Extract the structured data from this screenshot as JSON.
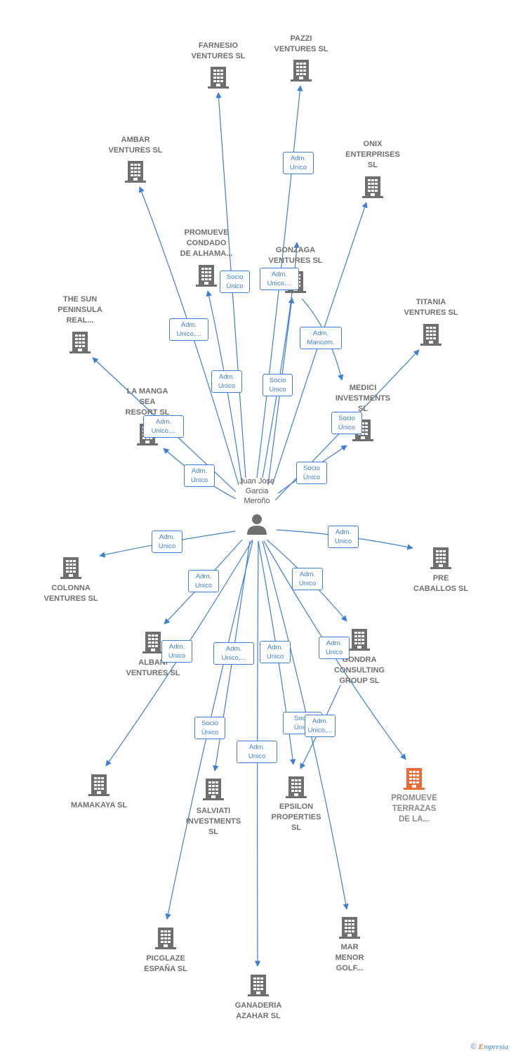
{
  "colors": {
    "edge": "#3d7fd6",
    "building": "#6f6f6f",
    "highlight": "#f06a35",
    "person": "#6f6f6f"
  },
  "person": {
    "label": [
      "Juan Jose",
      "Garcia",
      "Meroño"
    ],
    "icon": "person-icon"
  },
  "companies": [
    {
      "id": "farnesio",
      "label": [
        "FARNESIO",
        "VENTURES SL"
      ],
      "highlight": false
    },
    {
      "id": "pazzi",
      "label": [
        "PAZZI",
        "VENTURES SL"
      ],
      "highlight": false
    },
    {
      "id": "ambar",
      "label": [
        "AMBAR",
        "VENTURES SL"
      ],
      "highlight": false
    },
    {
      "id": "onix",
      "label": [
        "ONIX",
        "ENTERPRISES",
        "SL"
      ],
      "highlight": false
    },
    {
      "id": "promueve-condado",
      "label": [
        "PROMUEVE",
        "CONDADO",
        "DE ALHAMA..."
      ],
      "highlight": false
    },
    {
      "id": "gonzaga",
      "label": [
        "GONZAGA",
        "VENTURES SL"
      ],
      "highlight": false
    },
    {
      "id": "sun-peninsula",
      "label": [
        "THE SUN",
        "PENINSULA",
        "REAL..."
      ],
      "highlight": false
    },
    {
      "id": "titania",
      "label": [
        "TITANIA",
        "VENTURES SL"
      ],
      "highlight": false
    },
    {
      "id": "la-manga",
      "label": [
        "LA MANGA",
        "SEA",
        "RESORT SL"
      ],
      "highlight": false
    },
    {
      "id": "medici",
      "label": [
        "MEDICI",
        "INVESTMENTS",
        "SL"
      ],
      "highlight": false
    },
    {
      "id": "colonna",
      "label": [
        "COLONNA",
        "VENTURES SL"
      ],
      "highlight": false
    },
    {
      "id": "pre-caballos",
      "label": [
        "PRE",
        "CABALLOS SL"
      ],
      "highlight": false
    },
    {
      "id": "albani",
      "label": [
        "ALBANI",
        "VENTURES SL"
      ],
      "highlight": false
    },
    {
      "id": "gondra",
      "label": [
        "GONDRA",
        "CONSULTING",
        "GROUP SL"
      ],
      "highlight": false
    },
    {
      "id": "mamakaya",
      "label": [
        "MAMAKAYA SL"
      ],
      "highlight": false
    },
    {
      "id": "salviati",
      "label": [
        "SALVIATI",
        "INVESTMENTS",
        "SL"
      ],
      "highlight": false
    },
    {
      "id": "epsilon",
      "label": [
        "EPSILON",
        "PROPERTIES",
        "SL"
      ],
      "highlight": false
    },
    {
      "id": "promueve-terrazas",
      "label": [
        "PROMUEVE",
        "TERRAZAS",
        "DE LA..."
      ],
      "highlight": true
    },
    {
      "id": "picglaze",
      "label": [
        "PICGLAZE",
        "ESPAÑA SL"
      ],
      "highlight": false
    },
    {
      "id": "mar-menor",
      "label": [
        "MAR",
        "MENOR",
        "GOLF..."
      ],
      "highlight": false
    },
    {
      "id": "ganaderia",
      "label": [
        "GANADERIA",
        "AZAHAR SL"
      ],
      "highlight": false
    }
  ],
  "edge_labels": [
    {
      "id": "e-pazzi",
      "text": [
        "Adm.",
        "Unico"
      ]
    },
    {
      "id": "e-farnesio",
      "text": [
        "Socio",
        "Único"
      ]
    },
    {
      "id": "e-gonzaga",
      "text": [
        "Adm.",
        "Unico,..."
      ]
    },
    {
      "id": "e-ambar",
      "text": [
        "Adm.",
        "Unico,..."
      ]
    },
    {
      "id": "e-onix",
      "text": [
        "Adm.",
        "Mancom."
      ]
    },
    {
      "id": "e-condado",
      "text": [
        "Adm.",
        "Unico"
      ]
    },
    {
      "id": "e-gonzaga2",
      "text": [
        "Socio",
        "Unico"
      ]
    },
    {
      "id": "e-sun",
      "text": [
        "Adm.",
        "Unico,..."
      ]
    },
    {
      "id": "e-titania",
      "text": [
        "Socio",
        "Único"
      ]
    },
    {
      "id": "e-lamanga",
      "text": [
        "Adm.",
        "Unico"
      ]
    },
    {
      "id": "e-medici",
      "text": [
        "Socio",
        "Único"
      ]
    },
    {
      "id": "e-colonna",
      "text": [
        "Adm.",
        "Unico"
      ]
    },
    {
      "id": "e-precaballos",
      "text": [
        "Adm.",
        "Unico"
      ]
    },
    {
      "id": "e-albani",
      "text": [
        "Adm.",
        "Unico"
      ]
    },
    {
      "id": "e-gondra",
      "text": [
        "Adm.",
        "Unico"
      ]
    },
    {
      "id": "e-mamakaya",
      "text": [
        "Adm.",
        "Unico"
      ]
    },
    {
      "id": "e-salviati",
      "text": [
        "Adm.",
        "Unico,..."
      ]
    },
    {
      "id": "e-epsilon",
      "text": [
        "Adm.",
        "Unico"
      ]
    },
    {
      "id": "e-terrazas",
      "text": [
        "Adm.",
        "Unico"
      ]
    },
    {
      "id": "e-picglaze",
      "text": [
        "Socio",
        "Único"
      ]
    },
    {
      "id": "e-marmenor",
      "text": [
        "Adm.",
        "Unico"
      ]
    },
    {
      "id": "e-epsilon2",
      "text": [
        "Socio",
        "Único"
      ]
    },
    {
      "id": "e-ganaderia",
      "text": [
        "Adm.",
        "Unico,..."
      ]
    }
  ],
  "footer": {
    "copyright": "©",
    "brand_initial": "E",
    "brand_rest": "mpresia"
  }
}
